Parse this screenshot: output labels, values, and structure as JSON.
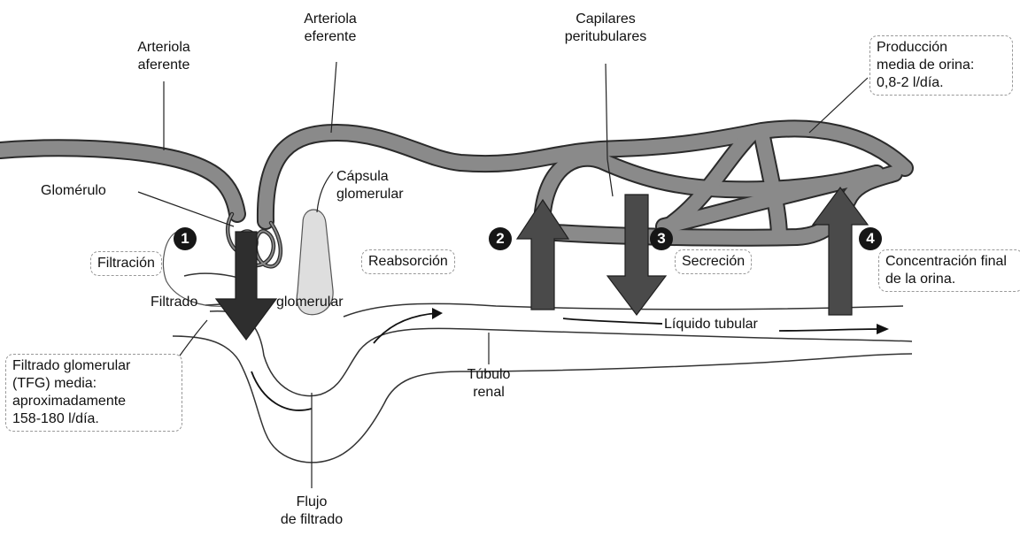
{
  "labels": {
    "arteriola_aferente": [
      "Arteriola",
      "aferente"
    ],
    "arteriola_eferente": [
      "Arteriola",
      "eferente"
    ],
    "capilares": [
      "Capilares",
      "peritubulares"
    ],
    "produccion": [
      "Producción",
      "media de orina:",
      "0,8-2 l/día."
    ],
    "glomerulo": "Glomérulo",
    "capsula": [
      "Cápsula",
      "glomerular"
    ],
    "filtrado": "Filtrado",
    "glomerular": "glomerular",
    "filtrado_glomerular": [
      "Filtrado glomerular",
      "(TFG) media:",
      "aproximadamente",
      "158-180 l/día."
    ],
    "tubulo": [
      "Túbulo",
      "renal"
    ],
    "flujo": [
      "Flujo",
      "de filtrado"
    ],
    "liquido": "Líquido tubular"
  },
  "steps": [
    {
      "number": "1",
      "label": "Filtración"
    },
    {
      "number": "2",
      "label": "Reabsorción"
    },
    {
      "number": "3",
      "label": "Secreción"
    },
    {
      "number": "4",
      "label": "Concentración final de la orina."
    }
  ],
  "colors": {
    "vessel_fill": "#8a8a8a",
    "vessel_outline": "#2b2b2b",
    "arrow_fill": "#4a4a4a",
    "arrow_dark": "#1f1f1f",
    "tubule_outline": "#333333",
    "capsule_fill": "#dedede"
  }
}
